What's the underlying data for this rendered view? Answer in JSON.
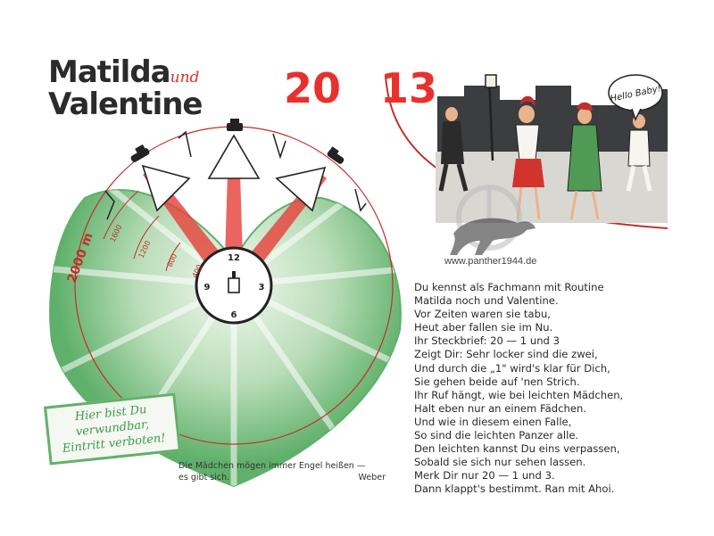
{
  "title": {
    "line1": "Matilda",
    "und": "und",
    "line2": "Valentine"
  },
  "year": {
    "part1": "20",
    "part2": "13"
  },
  "speech_bubble": "Hello Baby!",
  "watermark": "www.panther1944.de",
  "range_labels": {
    "r2000": "2000 m",
    "r1600": "1600",
    "r1200": "1200",
    "r800": "800",
    "r400": "400"
  },
  "clock": {
    "n12": "12",
    "n3": "3",
    "n6": "6",
    "n9": "9"
  },
  "sign": {
    "line1": "Hier bist Du",
    "line2": "verwundbar,",
    "line3": "Eintritt verboten!"
  },
  "caption": {
    "line1": "Die Mädchen mögen immer Engel heißen —",
    "line2": "es gibt sich.",
    "author": "Weber"
  },
  "poem": [
    "Du kennst als Fachmann mit Routine",
    "Matilda noch und Valentine.",
    "Vor Zeiten waren sie tabu,",
    "Heut aber fallen sie im Nu.",
    "Ihr Steckbrief: 20 — 1 und 3",
    "Zeigt Dir: Sehr locker sind die zwei,",
    "Und durch die „1\" wird's klar für Dich,",
    "Sie gehen beide auf 'nen Strich.",
    "Ihr Ruf hängt, wie bei leichten Mädchen,",
    "Halt eben nur an einem Fädchen.",
    "Und wie in diesem einen Falle,",
    "So sind die leichten Panzer alle.",
    "Den leichten kannst Du eins verpassen,",
    "Sobald sie sich nur sehen lassen.",
    "Merk Dir nur 20 — 1 und 3.",
    "Dann klappt's bestimmt. Ran mit Ahoi."
  ],
  "colors": {
    "red": "#e8312c",
    "green": "#5fb06a",
    "dark": "#2b2b2b",
    "paper": "#ffffff"
  }
}
